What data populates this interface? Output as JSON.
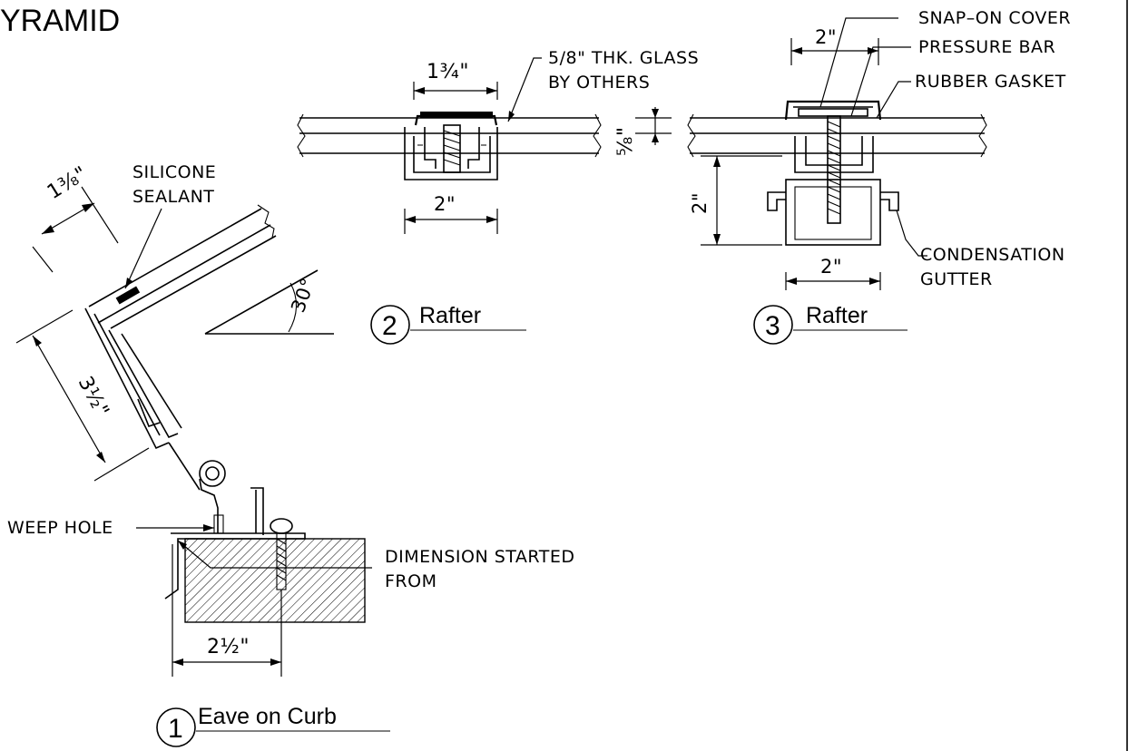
{
  "drawing_title": "YRAMID",
  "details": [
    {
      "number": "1",
      "title": "Eave on Curb"
    },
    {
      "number": "2",
      "title": "Rafter"
    },
    {
      "number": "3",
      "title": "Rafter"
    }
  ],
  "labels": {
    "glass_line1": "5/8\" THK. GLASS",
    "glass_line2": "BY OTHERS",
    "snap_on_cover": "SNAP–ON COVER",
    "pressure_bar": "PRESSURE BAR",
    "rubber_gasket": "RUBBER GASKET",
    "condensation_line1": "CONDENSATION",
    "condensation_line2": "GUTTER",
    "silicone_line1": "SILICONE",
    "silicone_line2": "SEALANT",
    "weep_hole": "WEEP HOLE",
    "dimension_line1": "DIMENSION STARTED",
    "dimension_line2": "FROM"
  },
  "dimensions": {
    "rafter2_top_width": "1¾\"",
    "rafter2_bottom_width": "2\"",
    "glass_thickness": "⅝\"",
    "rafter3_cover_width": "2\"",
    "rafter3_height": "2\"",
    "rafter3_bottom_width": "2\"",
    "eave_top": "1⅜\"",
    "eave_side": "3½\"",
    "eave_base": "2½\"",
    "slope_angle": "30°"
  }
}
